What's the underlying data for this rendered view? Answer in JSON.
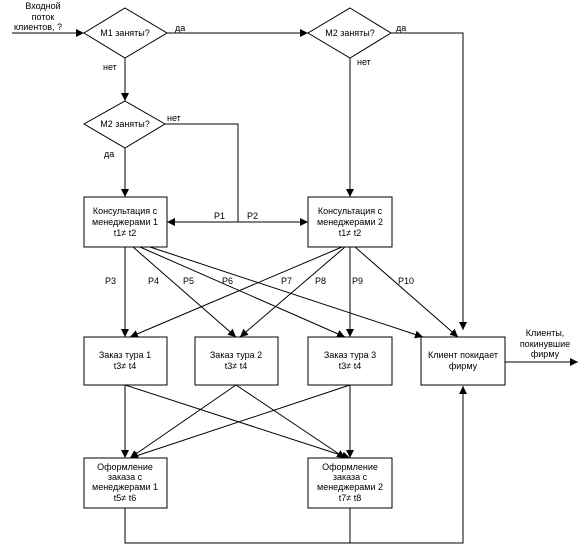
{
  "input": {
    "line1": "Входной",
    "line2": "поток",
    "line3": "клиентов, ?"
  },
  "decisions": {
    "m1": "М1 заняты?",
    "m2_top": "М2 заняты?",
    "m2_mid": "М2 заняты?"
  },
  "answers": {
    "yes": "да",
    "no": "нет"
  },
  "consult1": {
    "line1": "Консультация с",
    "line2": "менеджерами 1",
    "line3": "t1≠ t2"
  },
  "consult2": {
    "line1": "Консультация с",
    "line2": "менеджерами 2",
    "line3": "t1≠ t2"
  },
  "tour1": {
    "line1": "Заказ тура 1",
    "line2": "t3≠ t4"
  },
  "tour2": {
    "line1": "Заказ тура 2",
    "line2": "t3≠ t4"
  },
  "tour3": {
    "line1": "Заказ тура 3",
    "line2": "t3≠ t4"
  },
  "leave": {
    "line1": "Клиент покидает",
    "line2": "фирму"
  },
  "order1": {
    "line1": "Оформление",
    "line2": "заказа с",
    "line3": "менеджерами 1",
    "line4": "t5≠ t6"
  },
  "order2": {
    "line1": "Оформление",
    "line2": "заказа с",
    "line3": "менеджерами 2",
    "line4": "t7≠ t8"
  },
  "output": {
    "line1": "Клиенты,",
    "line2": "покинувшие",
    "line3": "фирму"
  },
  "probabilities": {
    "p1": "P1",
    "p2": "P2",
    "p3": "P3",
    "p4": "P4",
    "p5": "P5",
    "p6": "P6",
    "p7": "P7",
    "p8": "P8",
    "p9": "P9",
    "p10": "P10"
  }
}
